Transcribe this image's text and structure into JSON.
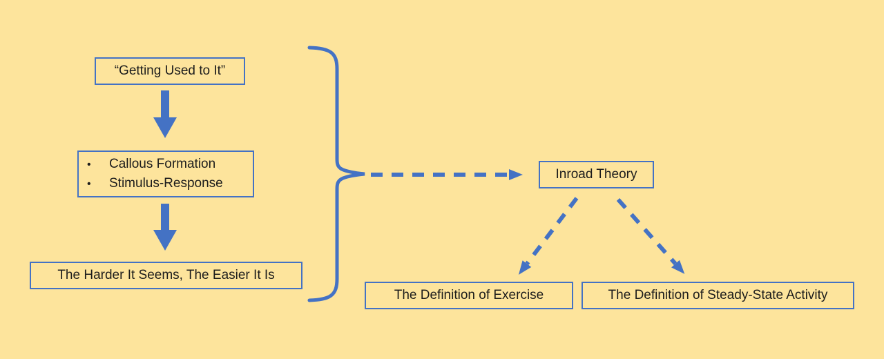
{
  "colors": {
    "background": "#FDE49C",
    "accent_blue": "#4472C4",
    "text": "#1C1C1C"
  },
  "flow": {
    "getting_used_label": "“Getting Used to It”",
    "bullet_char": "•",
    "bullets": [
      {
        "label": "Callous Formation"
      },
      {
        "label": "Stimulus-Response"
      }
    ],
    "harder_label": "The Harder It Seems, The Easier It Is",
    "inroad_label": "Inroad Theory",
    "exercise_label": "The Definition of Exercise",
    "steady_state_label": "The Definition of Steady-State Activity"
  }
}
